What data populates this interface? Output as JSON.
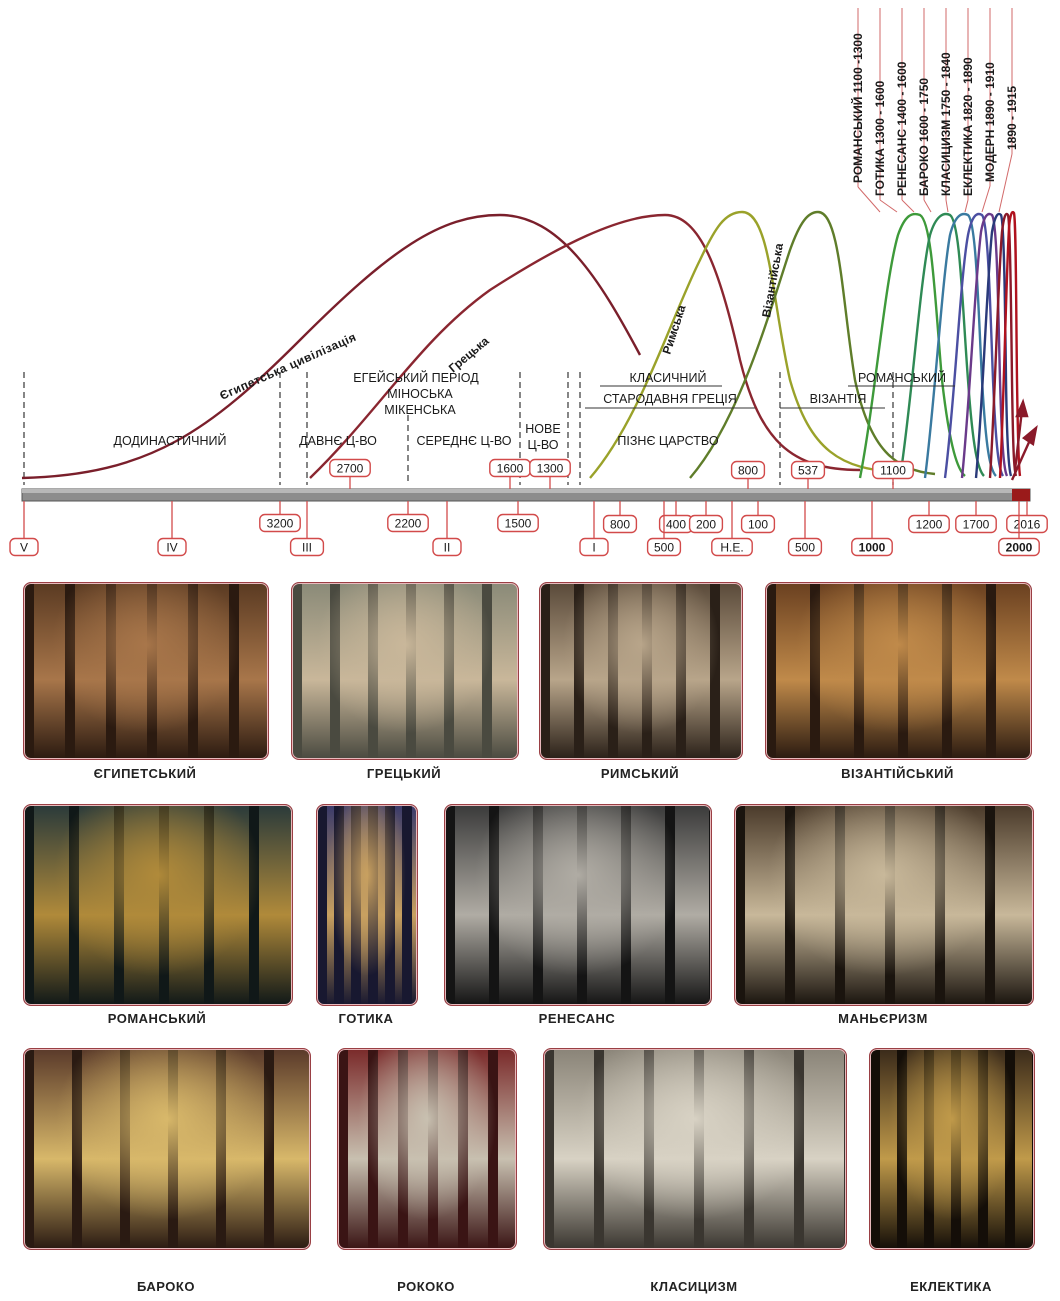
{
  "timeline": {
    "eras": [
      {
        "label": "Єгипетська цивілізація",
        "color": "#7a1f2b"
      },
      {
        "label": "Грецька",
        "color": "#8a2630"
      },
      {
        "label": "Римська",
        "color": "#9aa22a"
      },
      {
        "label": "Візантійська",
        "color": "#5f7d2a"
      },
      {
        "label": "Романський 1100 -1300",
        "color": "#3e9a3a"
      },
      {
        "label": "Готика 1300 - 1600",
        "color": "#2f8a55"
      },
      {
        "label": "Ренесанс 1400 - 1600",
        "color": "#3a7aa0"
      },
      {
        "label": "Бароко 1600 - 1750",
        "color": "#4b4fa2"
      },
      {
        "label": "Класицизм 1750 - 1840",
        "color": "#6a3a8a"
      },
      {
        "label": "Еклектика 1820 - 1890",
        "color": "#2a3a7a"
      },
      {
        "label": "Модерн 1890 - 1910",
        "color": "#8a1a2a"
      },
      {
        "label": "1890 - 1915",
        "color": "#b0121e"
      }
    ],
    "period_labels": {
      "predynastic": "ДОДИНАСТИЧНИЙ",
      "aegean": "ЕГЕЙСЬКИЙ ПЕРІОД",
      "minoan": "МІНОСЬКА",
      "mycenaean": "МІКЕНСЬКА",
      "old_kingdom": "ДАВНЄ Ц-ВО",
      "middle_kingdom": "СЕРЕДНЄ Ц-ВО",
      "new_kingdom_1": "НОВЕ",
      "new_kingdom_2": "Ц-ВО",
      "classical": "КЛАСИЧНИЙ",
      "ancient_greece": "СТАРОДАВНЯ ГРЕЦІЯ",
      "late_kingdom": "ПІЗНЄ ЦАРСТВО",
      "byzantium": "ВІЗАНТІЯ",
      "romanesque": "РОМАНСЬКИЙ"
    },
    "upper_tags": [
      "2700",
      "1600",
      "1300",
      "800",
      "537",
      "1100"
    ],
    "lower_tags": [
      "3200",
      "2200",
      "1500",
      "800",
      "400",
      "200",
      "100",
      "1200",
      "1700",
      "2016"
    ],
    "bottom_tags": [
      "V",
      "IV",
      "III",
      "II",
      "I",
      "500",
      "Н.Е.",
      "500",
      "1000",
      "2000"
    ]
  },
  "styles": [
    {
      "caption": "ЄГИПЕТСЬКИЙ",
      "colors": [
        "#5a3a22",
        "#a8764a",
        "#2b1a10"
      ]
    },
    {
      "caption": "ГРЕЦЬКИЙ",
      "colors": [
        "#8a8a78",
        "#c9b79a",
        "#4a4a40"
      ]
    },
    {
      "caption": "РИМСЬКИЙ",
      "colors": [
        "#5a4a3a",
        "#b8a58a",
        "#2a2018"
      ]
    },
    {
      "caption": "ВІЗАНТІЙСЬКИЙ",
      "colors": [
        "#6a4020",
        "#c08a4a",
        "#2a1a10"
      ]
    },
    {
      "caption": "РОМАНСЬКИЙ",
      "colors": [
        "#2a3a3a",
        "#b08a3a",
        "#101818"
      ]
    },
    {
      "caption": "ГОТИКА",
      "colors": [
        "#3a3a6a",
        "#c8a060",
        "#181830"
      ]
    },
    {
      "caption": "РЕНЕСАНС",
      "colors": [
        "#3a3a3a",
        "#b0aca4",
        "#141414"
      ]
    },
    {
      "caption": "МАНЬЄРИЗМ",
      "colors": [
        "#4a3a2a",
        "#c8b89a",
        "#1a140e"
      ]
    },
    {
      "caption": "БАРОКО",
      "colors": [
        "#5a3a2a",
        "#d8b86a",
        "#2a1a12"
      ]
    },
    {
      "caption": "РОКОКО",
      "colors": [
        "#7a2a2a",
        "#c8c0b0",
        "#3a1414"
      ]
    },
    {
      "caption": "КЛАСИЦИЗМ",
      "colors": [
        "#8a8478",
        "#d8d2c4",
        "#3a3630"
      ]
    },
    {
      "caption": "ЕКЛЕКТИКА",
      "colors": [
        "#3a2a1a",
        "#c09a4a",
        "#140e08"
      ]
    }
  ]
}
